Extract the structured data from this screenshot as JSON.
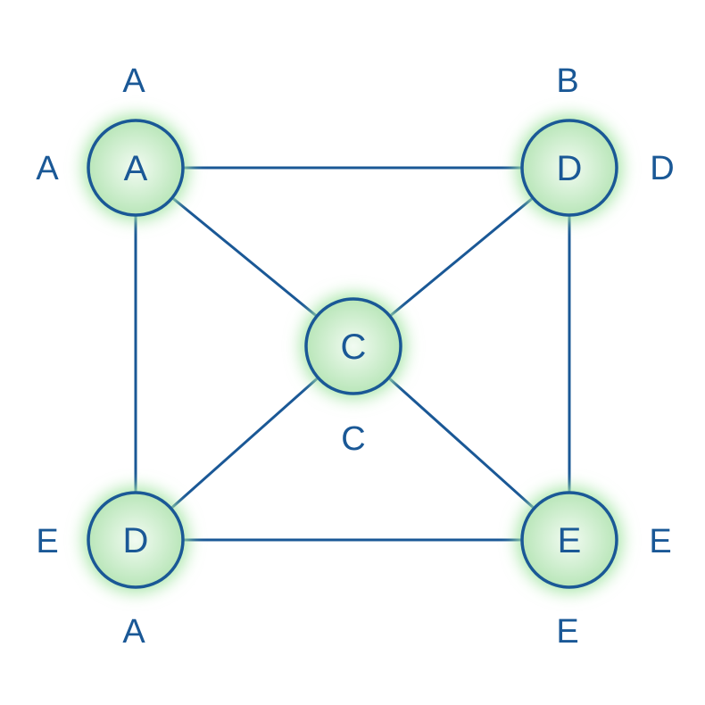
{
  "colors": {
    "stroke": "#1a5896",
    "fill_center": "#f2fbf2",
    "fill_edge": "#b9e6b9",
    "glow": "#a8e6a8",
    "text": "#1a5896"
  },
  "nodes": [
    {
      "id": "n1",
      "label": "A"
    },
    {
      "id": "n2",
      "label": "D"
    },
    {
      "id": "n3",
      "label": "C"
    },
    {
      "id": "n4",
      "label": "D"
    },
    {
      "id": "n5",
      "label": "E"
    }
  ],
  "edges": [
    {
      "from": "n1",
      "to": "n2"
    },
    {
      "from": "n1",
      "to": "n4"
    },
    {
      "from": "n1",
      "to": "n3"
    },
    {
      "from": "n2",
      "to": "n3"
    },
    {
      "from": "n2",
      "to": "n5"
    },
    {
      "from": "n3",
      "to": "n4"
    },
    {
      "from": "n3",
      "to": "n5"
    },
    {
      "from": "n4",
      "to": "n5"
    }
  ],
  "outer_labels": [
    "A",
    "A",
    "B",
    "D",
    "C",
    "E",
    "A",
    "E",
    "E"
  ]
}
